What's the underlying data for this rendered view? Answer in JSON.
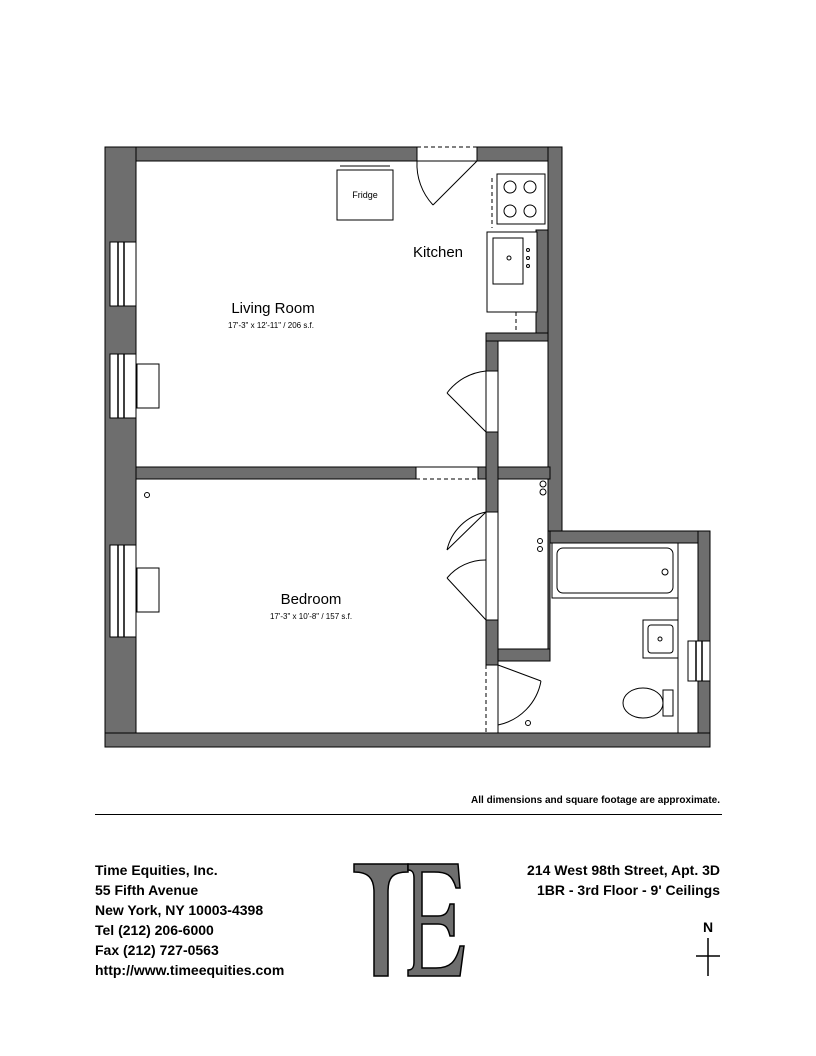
{
  "rooms": {
    "living_room": {
      "name": "Living Room",
      "dims": "17'-3\" x 12'-11\" / 206 s.f."
    },
    "kitchen": {
      "name": "Kitchen"
    },
    "bedroom": {
      "name": "Bedroom",
      "dims": "17'-3\" x 10'-8\" / 157 s.f."
    },
    "fridge": {
      "label": "Fridge"
    }
  },
  "disclaimer": "All dimensions and square footage are approximate.",
  "company": {
    "name": "Time Equities, Inc.",
    "street": "55 Fifth Avenue",
    "city": "New York, NY 10003-4398",
    "tel": "Tel (212) 206-6000",
    "fax": "Fax (212) 727-0563",
    "url": "http://www.timeequities.com"
  },
  "listing": {
    "address": "214 West 98th Street, Apt. 3D",
    "summary": "1BR - 3rd Floor - 9' Ceilings"
  },
  "logo": {
    "letters": "TE"
  },
  "compass": {
    "label": "N"
  },
  "colors": {
    "wall": "#6e6e6e",
    "line": "#000000"
  }
}
